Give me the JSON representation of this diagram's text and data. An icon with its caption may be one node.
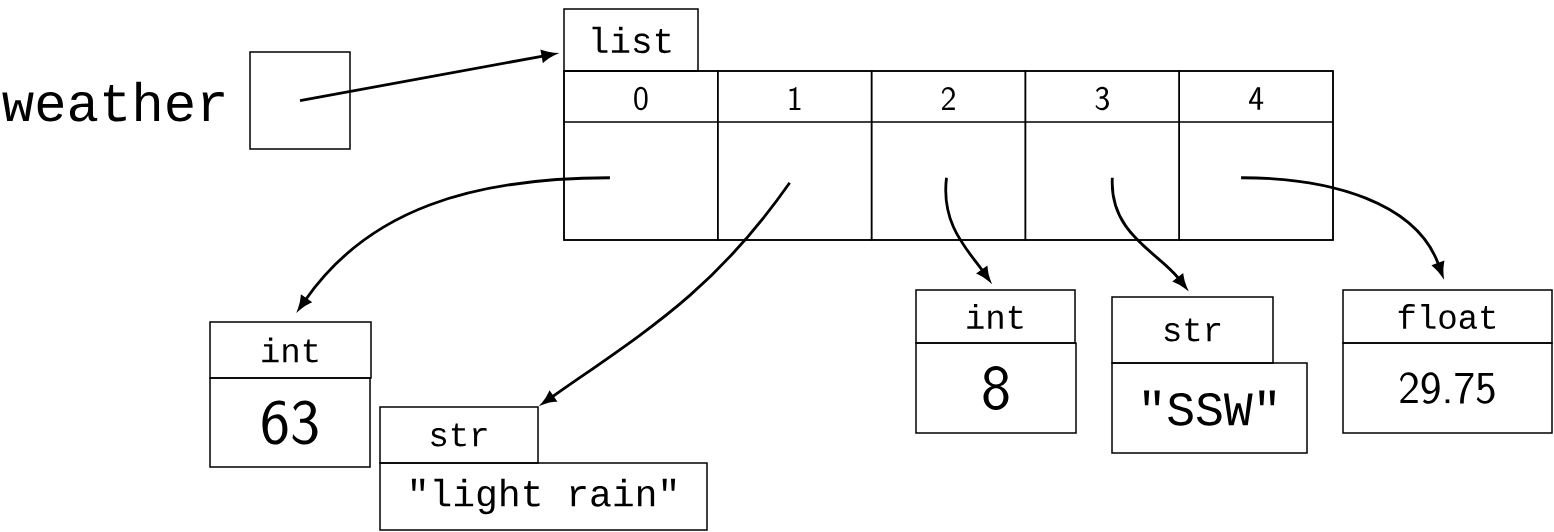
{
  "diagram": {
    "nodes": [
      {
        "text": [],
        "shape": "box",
        "beside": [
          "weather"
        ]
      },
      {
        "text": [
          "list"
        ]
      },
      {
        "text": [
          "0"
        ],
        "in": 1
      },
      {
        "text": [
          "1"
        ],
        "in": 1
      },
      {
        "text": [
          "2"
        ],
        "in": 1
      },
      {
        "text": [
          "3"
        ],
        "in": 1
      },
      {
        "text": [
          "4"
        ],
        "in": 1
      },
      {
        "text": [
          "int",
          "63"
        ]
      },
      {
        "text": [
          "str",
          "\"light rain\""
        ]
      },
      {
        "text": [
          "int",
          "8"
        ]
      },
      {
        "text": [
          "str",
          "\"SSW\""
        ]
      },
      {
        "text": [
          "float",
          "29.75"
        ]
      }
    ],
    "edges": [
      {
        "from": 0,
        "to": 1,
        "arrow": "to"
      },
      {
        "from": 2,
        "to": 7,
        "arrow": "to"
      },
      {
        "from": 3,
        "to": 8,
        "arrow": "to"
      },
      {
        "from": 4,
        "to": 9,
        "arrow": "to"
      },
      {
        "from": 5,
        "to": 10,
        "arrow": "to"
      },
      {
        "from": 6,
        "to": 11,
        "arrow": "to"
      }
    ]
  }
}
